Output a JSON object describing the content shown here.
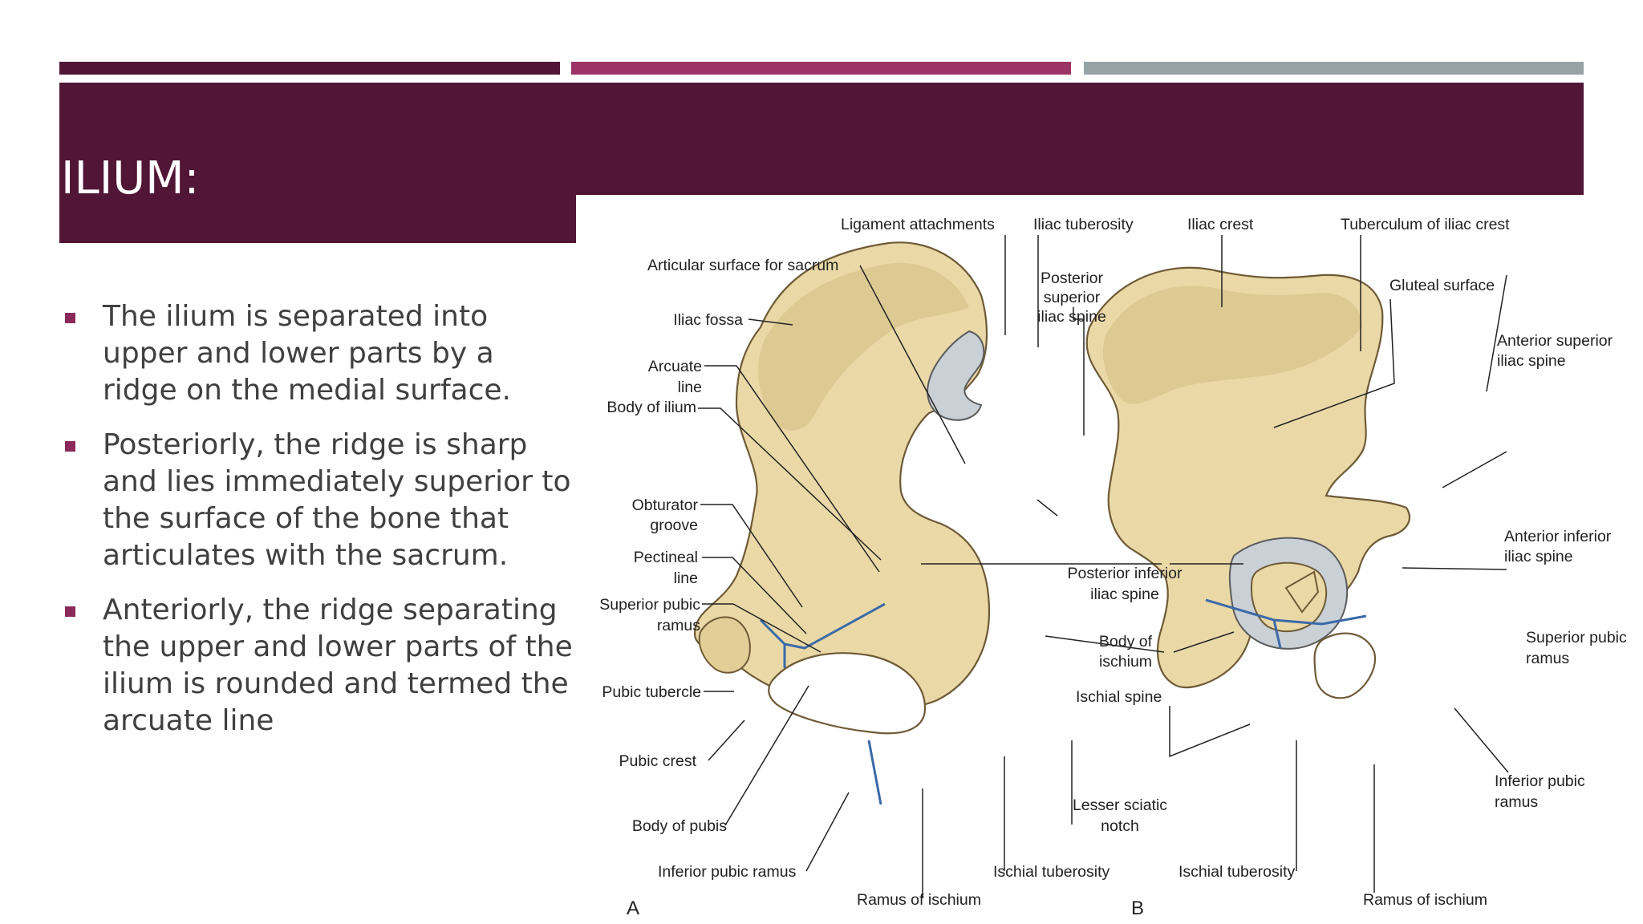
{
  "slide": {
    "title": "ILIUM:",
    "accent_colors": [
      "#511635",
      "#9c3366",
      "#95a3a6"
    ],
    "band_color": "#511635"
  },
  "bullets": [
    "The ilium is separated into upper and lower parts by a ridge on the medial surface.",
    "Posteriorly, the ridge is sharp and lies immediately superior to the surface of the bone that articulates with the sacrum.",
    "Anteriorly, the ridge separating the upper and lower parts of the ilium is rounded and termed the arcuate line"
  ],
  "figure": {
    "panel_a": "A",
    "panel_b": "B",
    "labels": {
      "ligament_attachments": "Ligament attachments",
      "iliac_tuberosity": "Iliac tuberosity",
      "iliac_crest": "Iliac crest",
      "tuberculum_iliac_crest": "Tuberculum of iliac crest",
      "articular_surface_sacrum": "Articular surface for sacrum",
      "psis_1": "Posterior",
      "psis_2": "superior",
      "psis_3": "iliac spine",
      "gluteal_surface": "Gluteal surface",
      "iliac_fossa": "Iliac fossa",
      "asis_1": "Anterior superior",
      "asis_2": "iliac spine",
      "arcuate_1": "Arcuate",
      "arcuate_2": "line",
      "body_ilium": "Body of ilium",
      "obturator_1": "Obturator",
      "obturator_2": "groove",
      "aiis_1": "Anterior inferior",
      "aiis_2": "iliac spine",
      "pectineal_1": "Pectineal",
      "pectineal_2": "line",
      "piis_1": "Posterior inferior",
      "piis_2": "iliac spine",
      "sup_pubic_a_1": "Superior pubic",
      "sup_pubic_a_2": "ramus",
      "body_ischium_1": "Body of",
      "body_ischium_2": "ischium",
      "sup_pubic_b_1": "Superior pubic",
      "sup_pubic_b_2": "ramus",
      "pubic_tubercle": "Pubic tubercle",
      "ischial_spine": "Ischial spine",
      "pubic_crest": "Pubic crest",
      "inf_pubic_b_1": "Inferior pubic",
      "inf_pubic_b_2": "ramus",
      "lesser_sciatic_1": "Lesser sciatic",
      "lesser_sciatic_2": "notch",
      "body_pubis": "Body of pubis",
      "inf_pubic_a": "Inferior pubic ramus",
      "ischial_tuberosity_a": "Ischial tuberosity",
      "ischial_tuberosity_b": "Ischial tuberosity",
      "ramus_ischium_a": "Ramus of ischium",
      "ramus_ischium_b": "Ramus of ischium"
    }
  }
}
